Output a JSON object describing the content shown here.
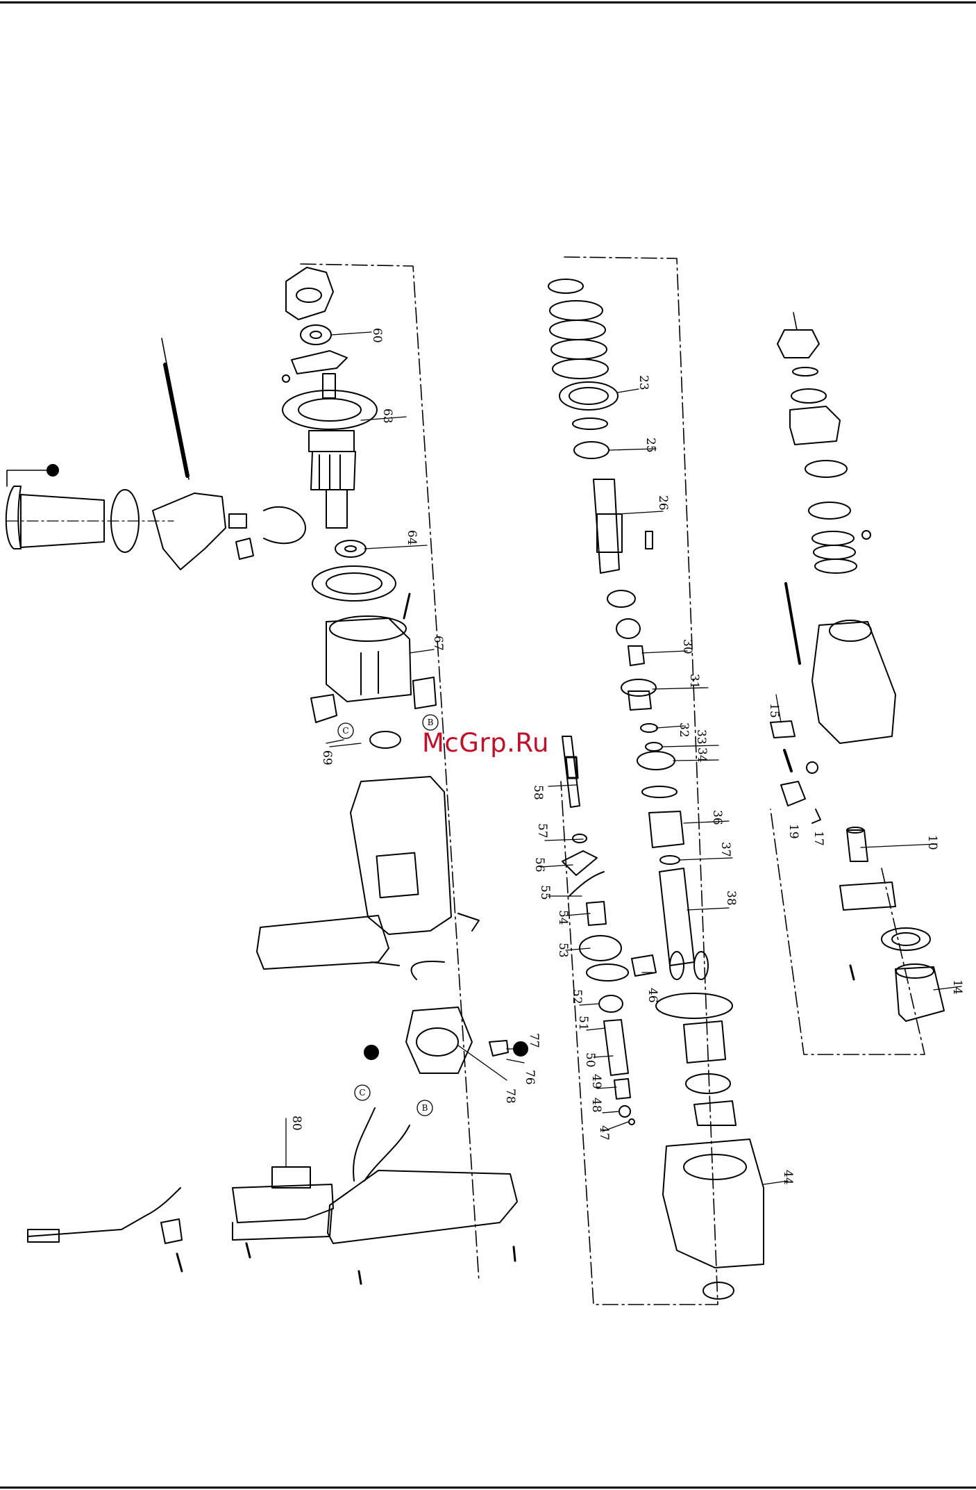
{
  "watermark": "McGrp.Ru",
  "part_numbers": [
    {
      "id": "p60",
      "text": "60"
    },
    {
      "id": "p63",
      "text": "63"
    },
    {
      "id": "p64",
      "text": "64"
    },
    {
      "id": "p67",
      "text": "67"
    },
    {
      "id": "p69",
      "text": "69"
    },
    {
      "id": "p23",
      "text": "23"
    },
    {
      "id": "p25",
      "text": "25"
    },
    {
      "id": "p26",
      "text": "26"
    },
    {
      "id": "p30",
      "text": "30"
    },
    {
      "id": "p31",
      "text": "31"
    },
    {
      "id": "p32",
      "text": "32"
    },
    {
      "id": "p33",
      "text": "33"
    },
    {
      "id": "p34",
      "text": "34"
    },
    {
      "id": "p36",
      "text": "36"
    },
    {
      "id": "p37",
      "text": "37"
    },
    {
      "id": "p38",
      "text": "38"
    },
    {
      "id": "p10",
      "text": "10"
    },
    {
      "id": "p14",
      "text": "14"
    },
    {
      "id": "p15",
      "text": "15"
    },
    {
      "id": "p17",
      "text": "17"
    },
    {
      "id": "p19",
      "text": "19"
    },
    {
      "id": "p44",
      "text": "44"
    },
    {
      "id": "p46",
      "text": "46"
    },
    {
      "id": "p47",
      "text": "47"
    },
    {
      "id": "p48",
      "text": "48"
    },
    {
      "id": "p49",
      "text": "49"
    },
    {
      "id": "p50",
      "text": "50"
    },
    {
      "id": "p51",
      "text": "51"
    },
    {
      "id": "p52",
      "text": "52"
    },
    {
      "id": "p53",
      "text": "53"
    },
    {
      "id": "p54",
      "text": "54"
    },
    {
      "id": "p55",
      "text": "55"
    },
    {
      "id": "p56",
      "text": "56"
    },
    {
      "id": "p57",
      "text": "57"
    },
    {
      "id": "p58",
      "text": "58"
    },
    {
      "id": "p76",
      "text": "76"
    },
    {
      "id": "p77",
      "text": "77"
    },
    {
      "id": "p78",
      "text": "78"
    },
    {
      "id": "p80",
      "text": "80"
    }
  ],
  "connectors": [
    {
      "id": "cC1",
      "text": "C"
    },
    {
      "id": "cB1",
      "text": "B"
    },
    {
      "id": "cC2",
      "text": "C"
    },
    {
      "id": "cB2",
      "text": "B"
    }
  ]
}
